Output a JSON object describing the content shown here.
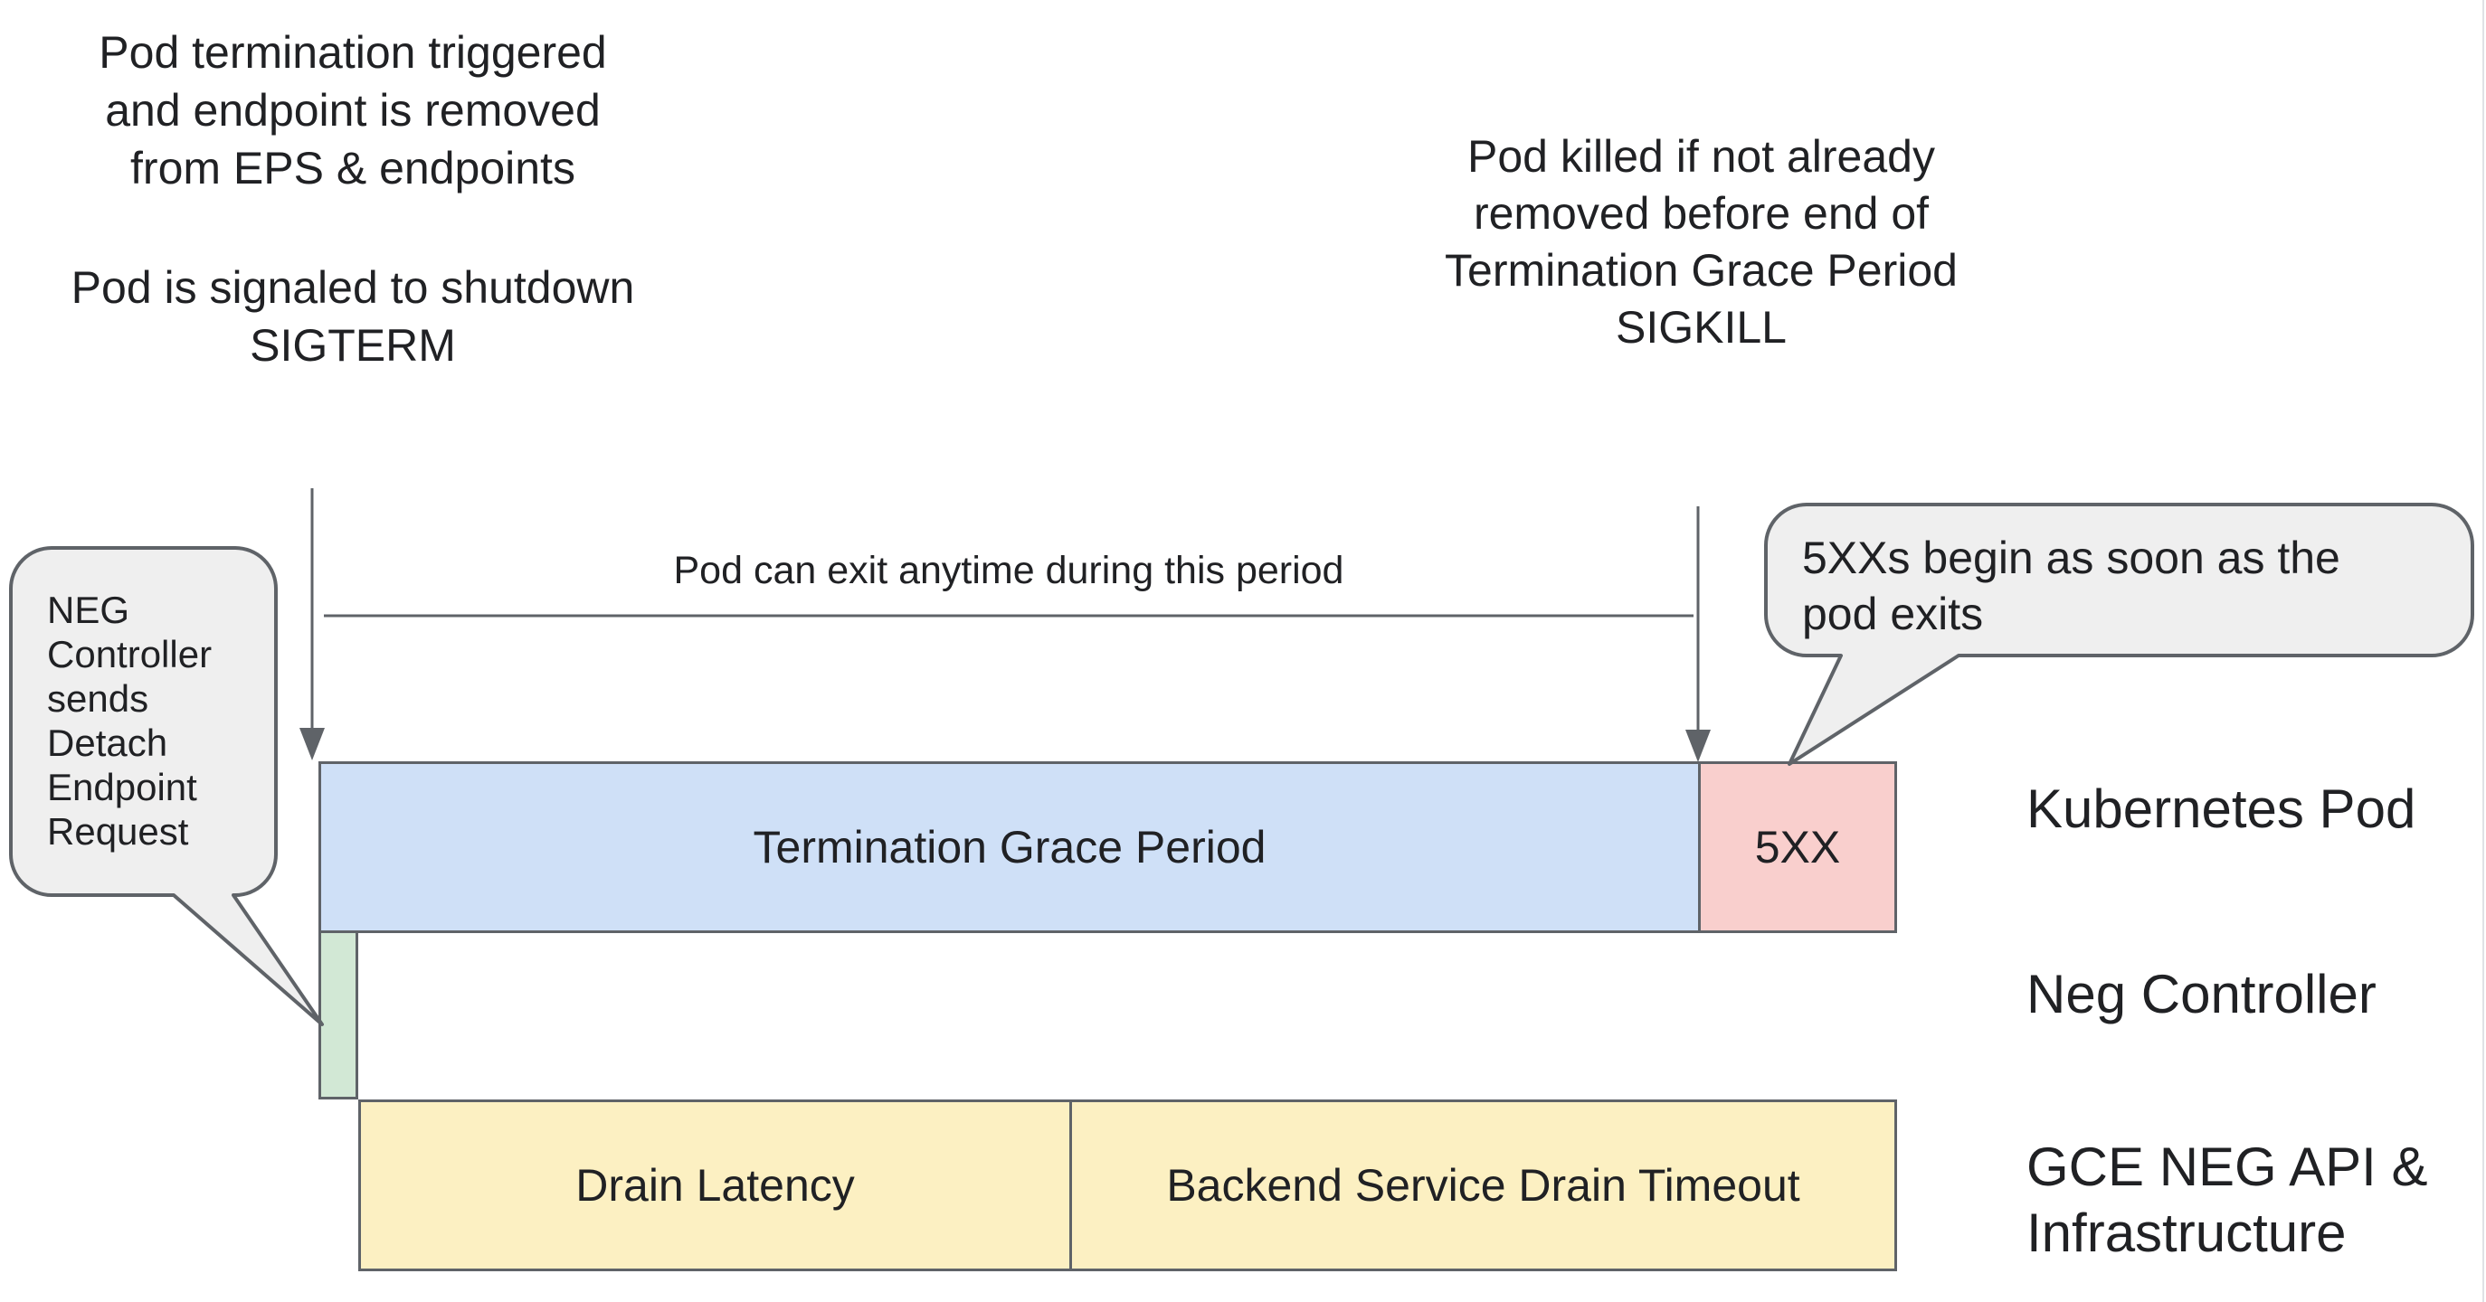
{
  "annotations": {
    "pod_termination": "Pod termination triggered\nand endpoint is removed\nfrom EPS & endpoints",
    "pod_signaled": "Pod is signaled to shutdown\nSIGTERM",
    "pod_killed": "Pod killed if not already\nremoved before end of\nTermination Grace Period\nSIGKILL",
    "period": "Pod can exit anytime during this period"
  },
  "callouts": {
    "neg_detach": "NEG\nController\nsends\nDetach\nEndpoint\nRequest",
    "five_xx_begin": "5XXs begin as soon as the\npod exits"
  },
  "bars": {
    "termination_grace_period": "Termination Grace Period",
    "five_xx": "5XX",
    "drain_latency": "Drain Latency",
    "backend_service_drain_timeout": "Backend Service Drain Timeout"
  },
  "row_labels": {
    "kubernetes_pod": "Kubernetes Pod",
    "neg_controller": "Neg Controller",
    "gce": "GCE NEG API &\nInfrastructure"
  },
  "colors": {
    "grace_period_fill": "#cfe0f7",
    "five_xx_fill": "#f9cfcd",
    "neg_fill": "#d2e8d5",
    "gce_fill": "#fcf0c2",
    "callout_fill": "#efefef",
    "stroke": "#5f6368",
    "text": "#202124"
  }
}
